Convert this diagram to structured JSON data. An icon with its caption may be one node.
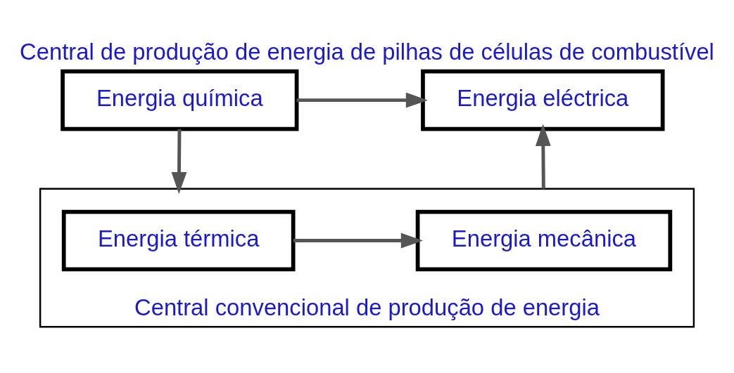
{
  "diagram": {
    "title": "Central de produção de energia de pilhas de células de combustível",
    "nodes": [
      {
        "text": [
          "Energia química"
        ]
      },
      {
        "text": [
          "Energia eléctrica"
        ]
      },
      {
        "text": [
          "Central convencional de produção de energia"
        ]
      },
      {
        "text": [
          "Energia térmica"
        ],
        "in": 2
      },
      {
        "text": [
          "Energia mecânica"
        ],
        "in": 2
      }
    ],
    "edges": [
      {
        "from": 0,
        "to": 1,
        "arrow": "to"
      },
      {
        "from": 0,
        "to": 2,
        "arrow": "to"
      },
      {
        "from": 3,
        "to": 4,
        "arrow": "to"
      },
      {
        "from": 2,
        "to": 1,
        "arrow": "to"
      }
    ]
  }
}
